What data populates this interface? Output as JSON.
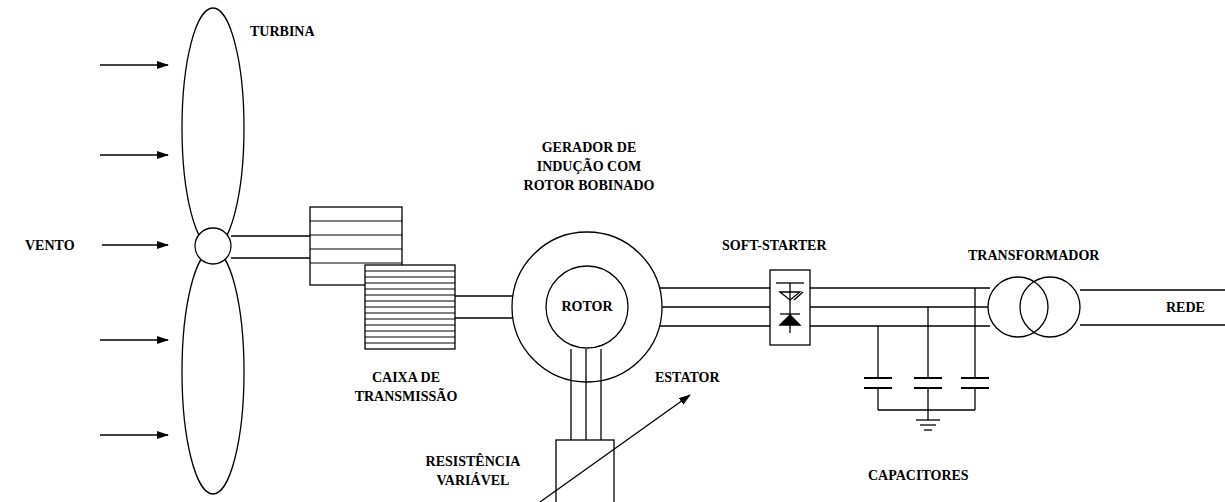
{
  "diagram": {
    "nodes": [
      {
        "text": [
          "ROTOR"
        ]
      }
    ],
    "labels": [
      "TURBINA",
      "VENTO",
      "GERADOR DE INDUÇÃO COM ROTOR BOBINADO",
      "SOFT-STARTER",
      "TRANSFORMADOR",
      "ESTATOR",
      "CAIXA DE TRANSMISSÃO",
      "REDE",
      "RESISTÊNCIA VARIÁVEL",
      "CAPACITORES"
    ]
  }
}
